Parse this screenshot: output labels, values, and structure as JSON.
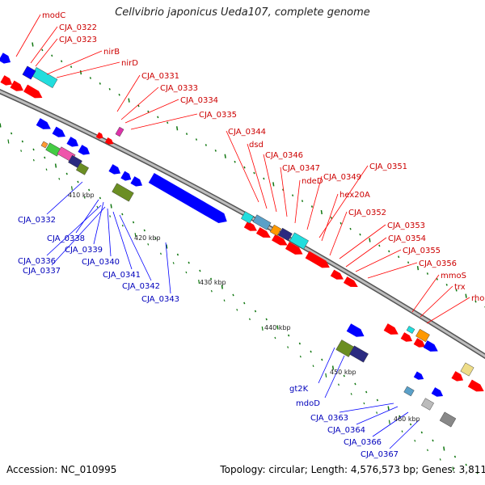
{
  "title": "Cellvibrio japonicus Ueda107, complete genome",
  "accession_text": "Accession: NC_010995",
  "summary_text": "Topology: circular; Length: 4,576,573 bp; Genes: 3,811",
  "colors": {
    "backbone": "#8a8a8a",
    "forward_cds": "#ff0000",
    "reverse_cds": "#0000ff",
    "cog_cyan": "#22dddd",
    "cog_orange": "#ff9900",
    "cog_olive": "#6b8e23",
    "cog_navy": "#2a2a80",
    "gc_dots": "#117711",
    "forward_labels": "#cc0000",
    "reverse_labels": "#0000bb"
  },
  "scale_ticks": [
    "410 kbp",
    "420 kbp",
    "430 kbp",
    "440 kbp",
    "450 kbp",
    "460 kbp"
  ],
  "forward_labels": [
    "modC",
    "CJA_0322",
    "CJA_0323",
    "nirB",
    "nirD",
    "CJA_0331",
    "CJA_0333",
    "CJA_0334",
    "CJA_0335",
    "CJA_0344",
    "dsd",
    "CJA_0346",
    "CJA_0347",
    "ndeD",
    "CJA_0349",
    "CJA_0351",
    "hex20A",
    "CJA_0352",
    "CJA_0353",
    "CJA_0354",
    "CJA_0355",
    "CJA_0356",
    "mmoS",
    "trx",
    "rho"
  ],
  "reverse_labels": [
    "CJA_0332",
    "CJA_0338",
    "CJA_0339",
    "CJA_0336",
    "CJA_0337",
    "CJA_0340",
    "CJA_0341",
    "CJA_0342",
    "CJA_0343",
    "gt2K",
    "mdoD",
    "CJA_0363",
    "CJA_0364",
    "CJA_0366",
    "CJA_0367"
  ]
}
